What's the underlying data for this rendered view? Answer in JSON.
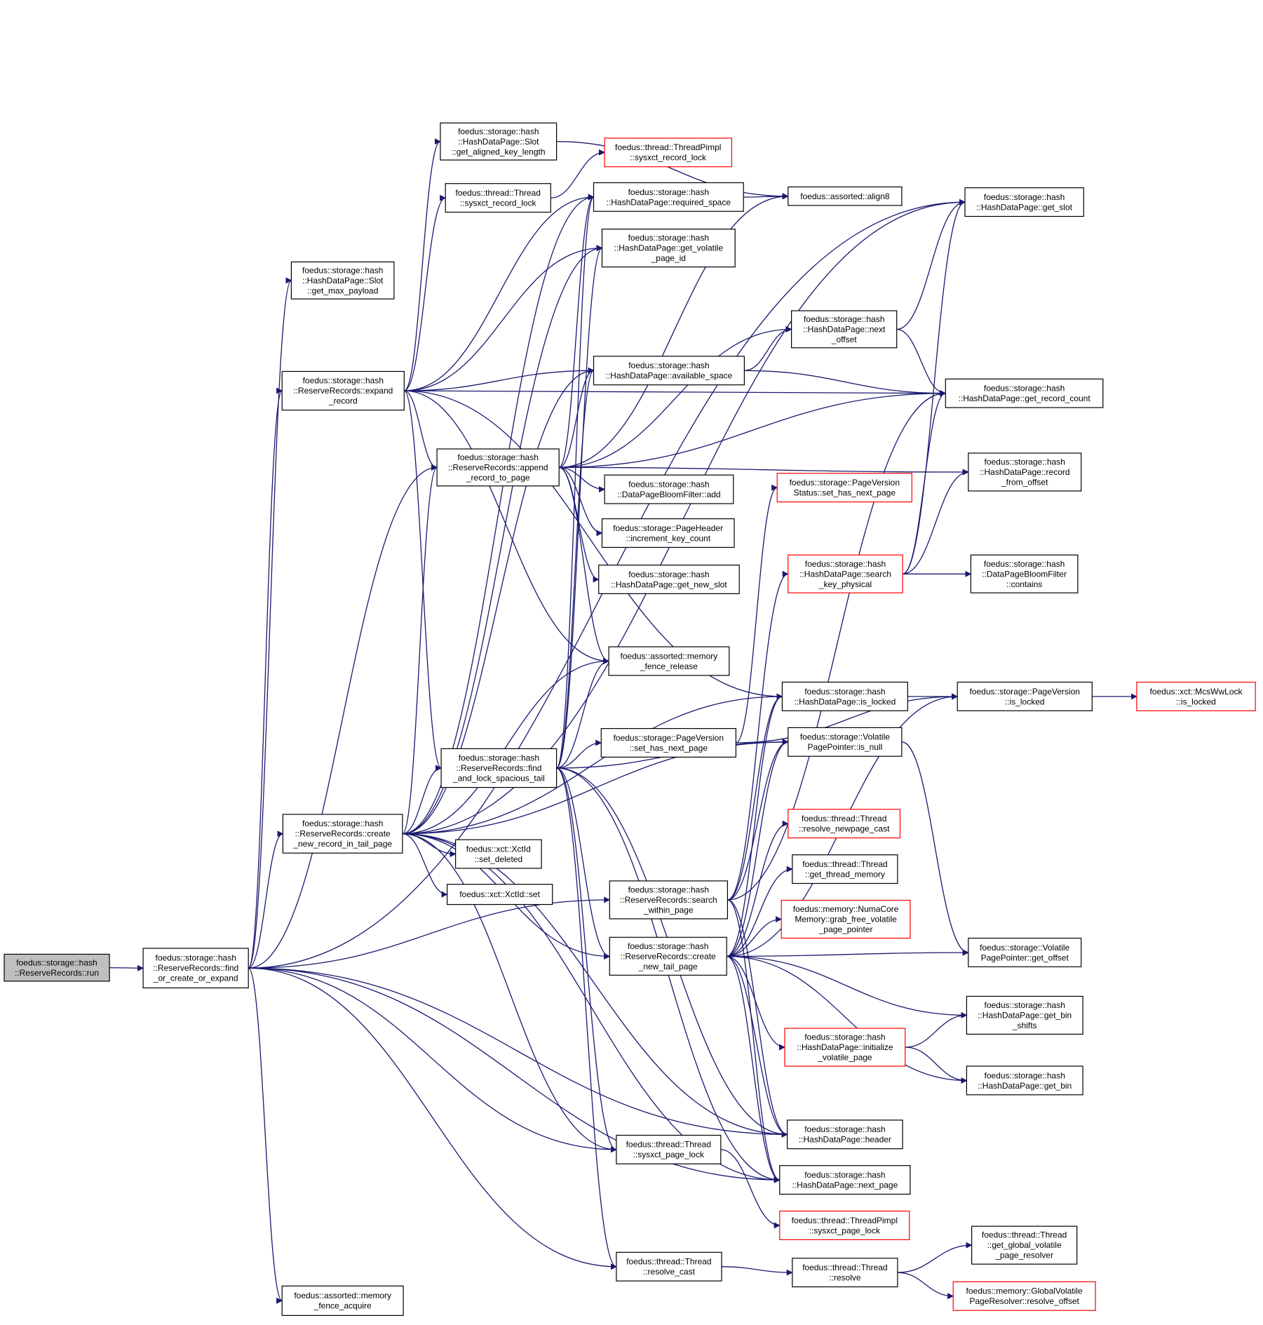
{
  "colors": {
    "edge": "#191970",
    "node_border": "#000000",
    "node_border_incomplete": "#ff0000",
    "node_fill": "#ffffff",
    "root_fill": "#bfbfbf"
  },
  "nodes": [
    {
      "id": "run",
      "label": [
        "foedus::storage::hash",
        "::ReserveRecords::run"
      ],
      "kind": "root"
    },
    {
      "id": "find_or_create",
      "label": [
        "foedus::storage::hash",
        "::ReserveRecords::find",
        "_or_create_or_expand"
      ],
      "kind": "normal"
    },
    {
      "id": "get_max_payload",
      "label": [
        "foedus::storage::hash",
        "::HashDataPage::Slot",
        "::get_max_payload"
      ],
      "kind": "normal"
    },
    {
      "id": "expand_record",
      "label": [
        "foedus::storage::hash",
        "::ReserveRecords::expand",
        "_record"
      ],
      "kind": "normal"
    },
    {
      "id": "create_new_record",
      "label": [
        "foedus::storage::hash",
        "::ReserveRecords::create",
        "_new_record_in_tail_page"
      ],
      "kind": "normal"
    },
    {
      "id": "memory_fence_acquire",
      "label": [
        "foedus::assorted::memory",
        "_fence_acquire"
      ],
      "kind": "normal"
    },
    {
      "id": "get_aligned_key_length",
      "label": [
        "foedus::storage::hash",
        "::HashDataPage::Slot",
        "::get_aligned_key_length"
      ],
      "kind": "normal"
    },
    {
      "id": "thread_sysxct_record_lock",
      "label": [
        "foedus::thread::Thread",
        "::sysxct_record_lock"
      ],
      "kind": "normal"
    },
    {
      "id": "append_record",
      "label": [
        "foedus::storage::hash",
        "::ReserveRecords::append",
        "_record_to_page"
      ],
      "kind": "normal"
    },
    {
      "id": "find_and_lock",
      "label": [
        "foedus::storage::hash",
        "::ReserveRecords::find",
        "_and_lock_spacious_tail"
      ],
      "kind": "normal"
    },
    {
      "id": "xctid_set_deleted",
      "label": [
        "foedus::xct::XctId",
        "::set_deleted"
      ],
      "kind": "normal"
    },
    {
      "id": "xctid_set",
      "label": [
        "foedus::xct::XctId::set"
      ],
      "kind": "normal"
    },
    {
      "id": "pimpl_sysxct_record_lock",
      "label": [
        "foedus::thread::ThreadPimpl",
        "::sysxct_record_lock"
      ],
      "kind": "incomplete"
    },
    {
      "id": "required_space",
      "label": [
        "foedus::storage::hash",
        "::HashDataPage::required_space"
      ],
      "kind": "normal"
    },
    {
      "id": "get_volatile_page_id",
      "label": [
        "foedus::storage::hash",
        "::HashDataPage::get_volatile",
        "_page_id"
      ],
      "kind": "normal"
    },
    {
      "id": "available_space",
      "label": [
        "foedus::storage::hash",
        "::HashDataPage::available_space"
      ],
      "kind": "normal"
    },
    {
      "id": "bloom_add",
      "label": [
        "foedus::storage::hash",
        "::DataPageBloomFilter::add"
      ],
      "kind": "normal"
    },
    {
      "id": "increment_key_count",
      "label": [
        "foedus::storage::PageHeader",
        "::increment_key_count"
      ],
      "kind": "normal"
    },
    {
      "id": "get_new_slot",
      "label": [
        "foedus::storage::hash",
        "::HashDataPage::get_new_slot"
      ],
      "kind": "normal"
    },
    {
      "id": "memory_fence_release",
      "label": [
        "foedus::assorted::memory",
        "_fence_release"
      ],
      "kind": "normal"
    },
    {
      "id": "set_has_next_page",
      "label": [
        "foedus::storage::PageVersion",
        "::set_has_next_page"
      ],
      "kind": "normal"
    },
    {
      "id": "search_within_page",
      "label": [
        "foedus::storage::hash",
        "::ReserveRecords::search",
        "_within_page"
      ],
      "kind": "normal"
    },
    {
      "id": "create_new_tail_page",
      "label": [
        "foedus::storage::hash",
        "::ReserveRecords::create",
        "_new_tail_page"
      ],
      "kind": "normal"
    },
    {
      "id": "sysxct_page_lock",
      "label": [
        "foedus::thread::Thread",
        "::sysxct_page_lock"
      ],
      "kind": "normal"
    },
    {
      "id": "resolve_cast",
      "label": [
        "foedus::thread::Thread",
        "::resolve_cast"
      ],
      "kind": "normal"
    },
    {
      "id": "align8",
      "label": [
        "foedus::assorted::align8"
      ],
      "kind": "normal"
    },
    {
      "id": "next_offset",
      "label": [
        "foedus::storage::hash",
        "::HashDataPage::next",
        "_offset"
      ],
      "kind": "normal"
    },
    {
      "id": "status_set_has_next_page",
      "label": [
        "foedus::storage::PageVersion",
        "Status::set_has_next_page"
      ],
      "kind": "incomplete"
    },
    {
      "id": "search_key_physical",
      "label": [
        "foedus::storage::hash",
        "::HashDataPage::search",
        "_key_physical"
      ],
      "kind": "incomplete"
    },
    {
      "id": "hdp_is_locked",
      "label": [
        "foedus::storage::hash",
        "::HashDataPage::is_locked"
      ],
      "kind": "normal"
    },
    {
      "id": "vpp_is_null",
      "label": [
        "foedus::storage::Volatile",
        "PagePointer::is_null"
      ],
      "kind": "normal"
    },
    {
      "id": "resolve_newpage_cast",
      "label": [
        "foedus::thread::Thread",
        "::resolve_newpage_cast"
      ],
      "kind": "incomplete"
    },
    {
      "id": "get_thread_memory",
      "label": [
        "foedus::thread::Thread",
        "::get_thread_memory"
      ],
      "kind": "normal"
    },
    {
      "id": "grab_free_volatile",
      "label": [
        "foedus::memory::NumaCore",
        "Memory::grab_free_volatile",
        "_page_pointer"
      ],
      "kind": "incomplete"
    },
    {
      "id": "initialize_volatile_page",
      "label": [
        "foedus::storage::hash",
        "::HashDataPage::initialize",
        "_volatile_page"
      ],
      "kind": "incomplete"
    },
    {
      "id": "hdp_header",
      "label": [
        "foedus::storage::hash",
        "::HashDataPage::header"
      ],
      "kind": "normal"
    },
    {
      "id": "hdp_next_page",
      "label": [
        "foedus::storage::hash",
        "::HashDataPage::next_page"
      ],
      "kind": "normal"
    },
    {
      "id": "pimpl_sysxct_page_lock",
      "label": [
        "foedus::thread::ThreadPimpl",
        "::sysxct_page_lock"
      ],
      "kind": "incomplete"
    },
    {
      "id": "thread_resolve",
      "label": [
        "foedus::thread::Thread",
        "::resolve"
      ],
      "kind": "normal"
    },
    {
      "id": "get_slot",
      "label": [
        "foedus::storage::hash",
        "::HashDataPage::get_slot"
      ],
      "kind": "normal"
    },
    {
      "id": "get_record_count",
      "label": [
        "foedus::storage::hash",
        "::HashDataPage::get_record_count"
      ],
      "kind": "normal"
    },
    {
      "id": "record_from_offset",
      "label": [
        "foedus::storage::hash",
        "::HashDataPage::record",
        "_from_offset"
      ],
      "kind": "normal"
    },
    {
      "id": "bloom_contains",
      "label": [
        "foedus::storage::hash",
        "::DataPageBloomFilter",
        "::contains"
      ],
      "kind": "normal"
    },
    {
      "id": "pageversion_is_locked",
      "label": [
        "foedus::storage::PageVersion",
        "::is_locked"
      ],
      "kind": "normal"
    },
    {
      "id": "vpp_get_offset",
      "label": [
        "foedus::storage::Volatile",
        "PagePointer::get_offset"
      ],
      "kind": "normal"
    },
    {
      "id": "get_bin_shifts",
      "label": [
        "foedus::storage::hash",
        "::HashDataPage::get_bin",
        "_shifts"
      ],
      "kind": "normal"
    },
    {
      "id": "get_bin",
      "label": [
        "foedus::storage::hash",
        "::HashDataPage::get_bin"
      ],
      "kind": "normal"
    },
    {
      "id": "get_global_volatile",
      "label": [
        "foedus::thread::Thread",
        "::get_global_volatile",
        "_page_resolver"
      ],
      "kind": "normal"
    },
    {
      "id": "resolve_offset",
      "label": [
        "foedus::memory::GlobalVolatile",
        "PageResolver::resolve_offset"
      ],
      "kind": "incomplete"
    },
    {
      "id": "mcs_is_locked",
      "label": [
        "foedus::xct::McsWwLock",
        "::is_locked"
      ],
      "kind": "incomplete"
    }
  ],
  "edges": [
    [
      "run",
      "find_or_create"
    ],
    [
      "find_or_create",
      "get_max_payload"
    ],
    [
      "find_or_create",
      "expand_record"
    ],
    [
      "find_or_create",
      "create_new_record"
    ],
    [
      "find_or_create",
      "memory_fence_acquire"
    ],
    [
      "find_or_create",
      "get_slot"
    ],
    [
      "find_or_create",
      "search_within_page"
    ],
    [
      "find_or_create",
      "sysxct_page_lock"
    ],
    [
      "find_or_create",
      "resolve_cast"
    ],
    [
      "find_or_create",
      "hdp_header"
    ],
    [
      "find_or_create",
      "hdp_next_page"
    ],
    [
      "find_or_create",
      "append_record"
    ],
    [
      "expand_record",
      "get_aligned_key_length"
    ],
    [
      "expand_record",
      "thread_sysxct_record_lock"
    ],
    [
      "expand_record",
      "required_space"
    ],
    [
      "expand_record",
      "get_volatile_page_id"
    ],
    [
      "expand_record",
      "available_space"
    ],
    [
      "expand_record",
      "append_record"
    ],
    [
      "expand_record",
      "memory_fence_release"
    ],
    [
      "expand_record",
      "find_and_lock"
    ],
    [
      "expand_record",
      "hdp_is_locked"
    ],
    [
      "expand_record",
      "get_record_count"
    ],
    [
      "thread_sysxct_record_lock",
      "pimpl_sysxct_record_lock"
    ],
    [
      "get_aligned_key_length",
      "align8"
    ],
    [
      "required_space",
      "align8"
    ],
    [
      "available_space",
      "next_offset"
    ],
    [
      "available_space",
      "get_record_count"
    ],
    [
      "next_offset",
      "get_slot"
    ],
    [
      "next_offset",
      "get_record_count"
    ],
    [
      "append_record",
      "required_space"
    ],
    [
      "append_record",
      "available_space"
    ],
    [
      "append_record",
      "align8"
    ],
    [
      "append_record",
      "next_offset"
    ],
    [
      "append_record",
      "get_record_count"
    ],
    [
      "append_record",
      "record_from_offset"
    ],
    [
      "append_record",
      "bloom_add"
    ],
    [
      "append_record",
      "increment_key_count"
    ],
    [
      "append_record",
      "get_new_slot"
    ],
    [
      "append_record",
      "memory_fence_release"
    ],
    [
      "create_new_record",
      "find_and_lock"
    ],
    [
      "create_new_record",
      "append_record"
    ],
    [
      "create_new_record",
      "xctid_set_deleted"
    ],
    [
      "create_new_record",
      "xctid_set"
    ],
    [
      "create_new_record",
      "memory_fence_release"
    ],
    [
      "create_new_record",
      "hdp_is_locked"
    ],
    [
      "create_new_record",
      "vpp_is_null"
    ],
    [
      "create_new_record",
      "create_new_tail_page"
    ],
    [
      "create_new_record",
      "required_space"
    ],
    [
      "create_new_record",
      "available_space"
    ],
    [
      "create_new_record",
      "get_volatile_page_id"
    ],
    [
      "create_new_record",
      "hdp_header"
    ],
    [
      "create_new_record",
      "hdp_next_page"
    ],
    [
      "create_new_record",
      "sysxct_page_lock"
    ],
    [
      "create_new_record",
      "get_slot"
    ],
    [
      "find_and_lock",
      "required_space"
    ],
    [
      "find_and_lock",
      "available_space"
    ],
    [
      "find_and_lock",
      "get_volatile_page_id"
    ],
    [
      "find_and_lock",
      "set_has_next_page"
    ],
    [
      "find_and_lock",
      "memory_fence_release"
    ],
    [
      "find_and_lock",
      "vpp_is_null"
    ],
    [
      "find_and_lock",
      "create_new_tail_page"
    ],
    [
      "find_and_lock",
      "hdp_header"
    ],
    [
      "find_and_lock",
      "hdp_next_page"
    ],
    [
      "find_and_lock",
      "sysxct_page_lock"
    ],
    [
      "find_and_lock",
      "resolve_cast"
    ],
    [
      "set_has_next_page",
      "pageversion_is_locked"
    ],
    [
      "set_has_next_page",
      "status_set_has_next_page"
    ],
    [
      "search_within_page",
      "search_key_physical"
    ],
    [
      "search_within_page",
      "hdp_is_locked"
    ],
    [
      "search_within_page",
      "vpp_is_null"
    ],
    [
      "search_within_page",
      "hdp_header"
    ],
    [
      "search_within_page",
      "hdp_next_page"
    ],
    [
      "search_within_page",
      "get_record_count"
    ],
    [
      "search_key_physical",
      "get_slot"
    ],
    [
      "search_key_physical",
      "get_record_count"
    ],
    [
      "search_key_physical",
      "record_from_offset"
    ],
    [
      "search_key_physical",
      "bloom_contains"
    ],
    [
      "hdp_is_locked",
      "pageversion_is_locked"
    ],
    [
      "pageversion_is_locked",
      "mcs_is_locked"
    ],
    [
      "vpp_is_null",
      "vpp_get_offset"
    ],
    [
      "create_new_tail_page",
      "hdp_is_locked"
    ],
    [
      "create_new_tail_page",
      "vpp_is_null"
    ],
    [
      "create_new_tail_page",
      "resolve_newpage_cast"
    ],
    [
      "create_new_tail_page",
      "get_thread_memory"
    ],
    [
      "create_new_tail_page",
      "grab_free_volatile"
    ],
    [
      "create_new_tail_page",
      "vpp_get_offset"
    ],
    [
      "create_new_tail_page",
      "get_bin_shifts"
    ],
    [
      "create_new_tail_page",
      "initialize_volatile_page"
    ],
    [
      "create_new_tail_page",
      "get_bin"
    ],
    [
      "create_new_tail_page",
      "hdp_header"
    ],
    [
      "create_new_tail_page",
      "hdp_next_page"
    ],
    [
      "create_new_tail_page",
      "pageversion_is_locked"
    ],
    [
      "initialize_volatile_page",
      "get_bin_shifts"
    ],
    [
      "initialize_volatile_page",
      "get_bin"
    ],
    [
      "sysxct_page_lock",
      "pimpl_sysxct_page_lock"
    ],
    [
      "resolve_cast",
      "thread_resolve"
    ],
    [
      "thread_resolve",
      "get_global_volatile"
    ],
    [
      "thread_resolve",
      "resolve_offset"
    ]
  ]
}
